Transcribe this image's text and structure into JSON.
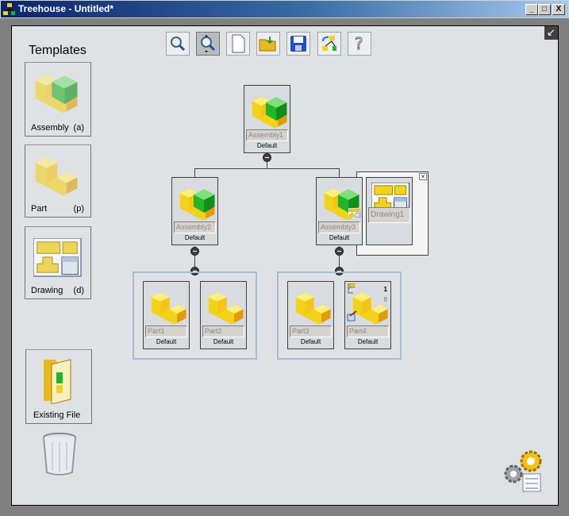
{
  "window": {
    "title": "Treehouse - Untitled*",
    "minimize": "_",
    "maximize": "□",
    "close": "X"
  },
  "toolbar": [
    {
      "name": "zoom-fit",
      "icon": "magnifier-icon"
    },
    {
      "name": "zoom-pan",
      "icon": "magnifier-pan-icon",
      "active": true
    },
    {
      "name": "new",
      "icon": "new-document-icon"
    },
    {
      "name": "open",
      "icon": "open-folder-icon"
    },
    {
      "name": "save",
      "icon": "save-disk-icon"
    },
    {
      "name": "import",
      "icon": "import-tree-icon"
    },
    {
      "name": "help",
      "icon": "help-icon"
    }
  ],
  "sidebar": {
    "heading": "Templates",
    "templates": [
      {
        "label": "Assembly",
        "shortcut": "(a)"
      },
      {
        "label": "Part",
        "shortcut": "(p)"
      },
      {
        "label": "Drawing",
        "shortcut": "(d)"
      }
    ],
    "existing_file": "Existing File"
  },
  "tree": {
    "assembly1": {
      "name": "Assembly1",
      "config": "Default"
    },
    "assembly2": {
      "name": "Assembly2",
      "config": "Default"
    },
    "assembly3": {
      "name": "Assembly3",
      "config": "Default"
    },
    "drawing1": {
      "name": "Drawing1",
      "close": "×"
    },
    "part1": {
      "name": "Part1",
      "config": "Default"
    },
    "part2": {
      "name": "Part2",
      "config": "Default"
    },
    "part3": {
      "name": "Part3",
      "config": "Default"
    },
    "part4": {
      "name": "Part4",
      "config": "Default",
      "count_top": "1",
      "count_bottom": "0"
    }
  }
}
